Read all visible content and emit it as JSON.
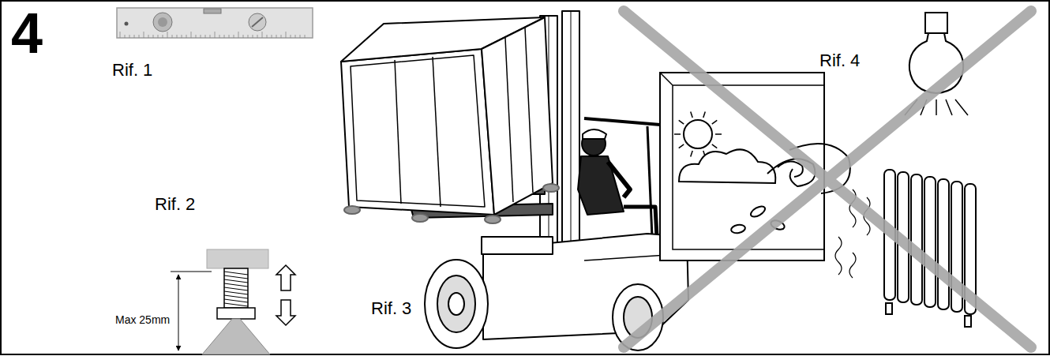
{
  "diagram": {
    "labels": [
      "4",
      "Rif. 1",
      "Rif. 2",
      "Max 25mm",
      "Rif. 3",
      "Rif. 4"
    ]
  }
}
